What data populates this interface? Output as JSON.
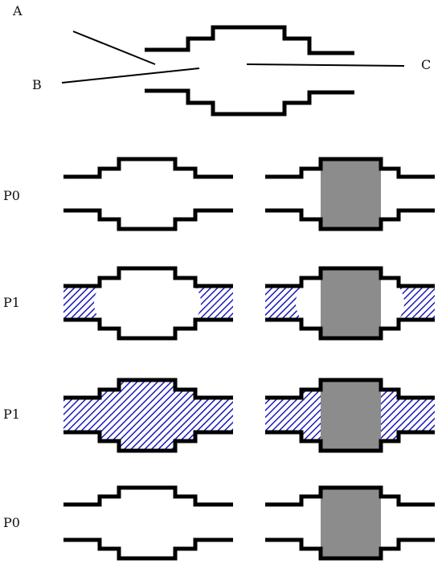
{
  "labels": {
    "a": "A",
    "b": "B",
    "c": "C"
  },
  "rows": [
    {
      "label": "P0",
      "fill": "none"
    },
    {
      "label": "P1",
      "fill": "ends"
    },
    {
      "label": "P1",
      "fill": "full"
    },
    {
      "label": "P0",
      "fill": "none"
    }
  ],
  "colors": {
    "outline": "#000000",
    "hatch": "#1a1ab8",
    "gray": "#8c8c8c"
  }
}
